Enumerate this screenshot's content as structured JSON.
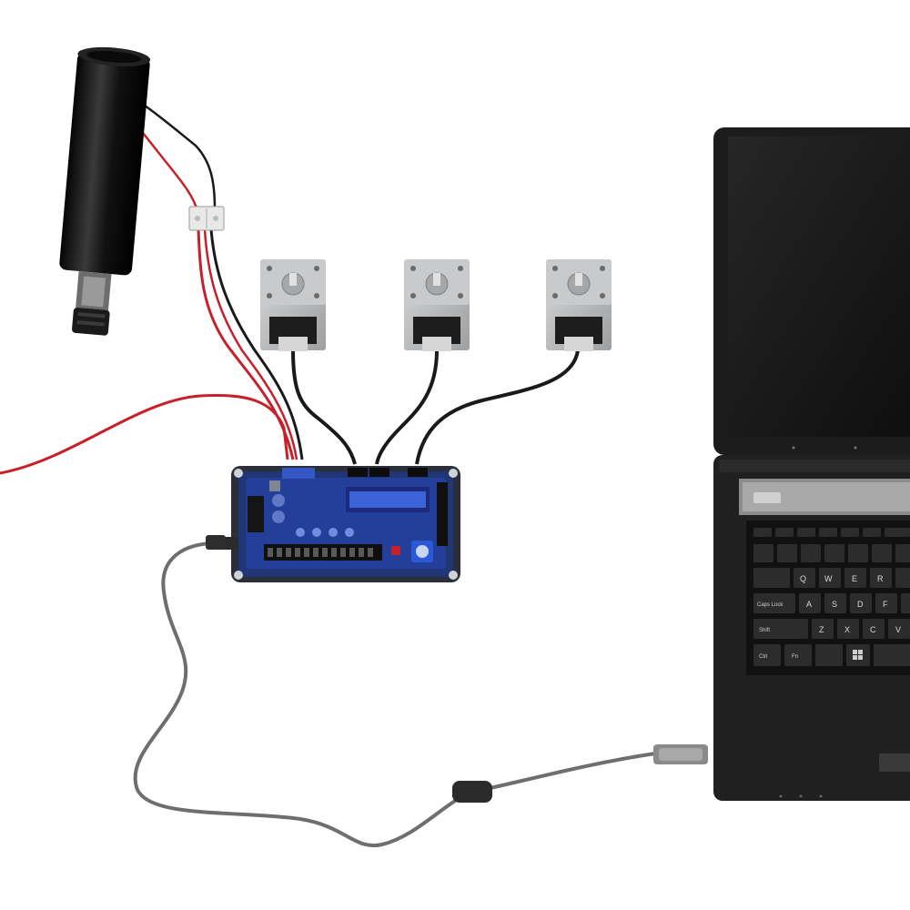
{
  "scene": {
    "colors": {
      "background": "#ffffff",
      "spindle_body": "#111111",
      "motor_body": "#b9babb",
      "board_pcb": "#2a2f3a",
      "board_accent": "#2b4fb3",
      "laptop_body": "#1c1c1c",
      "screen": "#151515",
      "wire_red": "#c8202a",
      "wire_black": "#1a1a1a",
      "usb_cable": "#6e6e6e"
    },
    "components": {
      "spindle": "spindle-motor",
      "steppers": [
        "stepper-x",
        "stepper-y",
        "stepper-z"
      ],
      "controller": "cnc-controller-board",
      "computer": "laptop"
    },
    "keyboard": {
      "row1": [
        "Q",
        "W",
        "E",
        "R"
      ],
      "row2": [
        "A",
        "S",
        "D",
        "F"
      ],
      "row3": [
        "Z",
        "X",
        "C",
        "V"
      ],
      "caps": "Caps Lock",
      "shift": "Shift",
      "ctrl": "Ctrl",
      "fn": "Fn"
    }
  }
}
